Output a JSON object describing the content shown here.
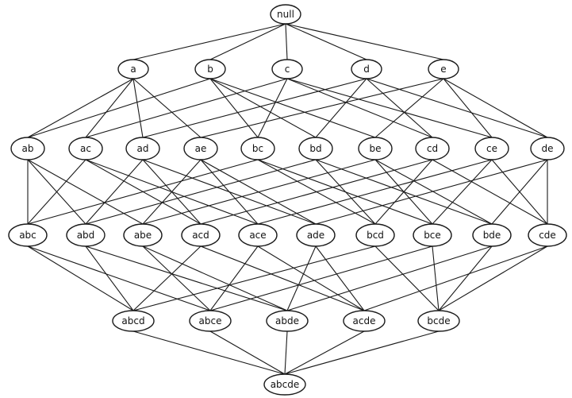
{
  "diagram": {
    "levels": [
      [
        "null"
      ],
      [
        "a",
        "b",
        "c",
        "d",
        "e"
      ],
      [
        "ab",
        "ac",
        "ad",
        "ae",
        "bc",
        "bd",
        "be",
        "cd",
        "ce",
        "de"
      ],
      [
        "abc",
        "abd",
        "abe",
        "acd",
        "ace",
        "ade",
        "bcd",
        "bce",
        "bde",
        "cde"
      ],
      [
        "abcd",
        "abce",
        "abde",
        "acde",
        "bcde"
      ],
      [
        "abcde"
      ]
    ]
  }
}
